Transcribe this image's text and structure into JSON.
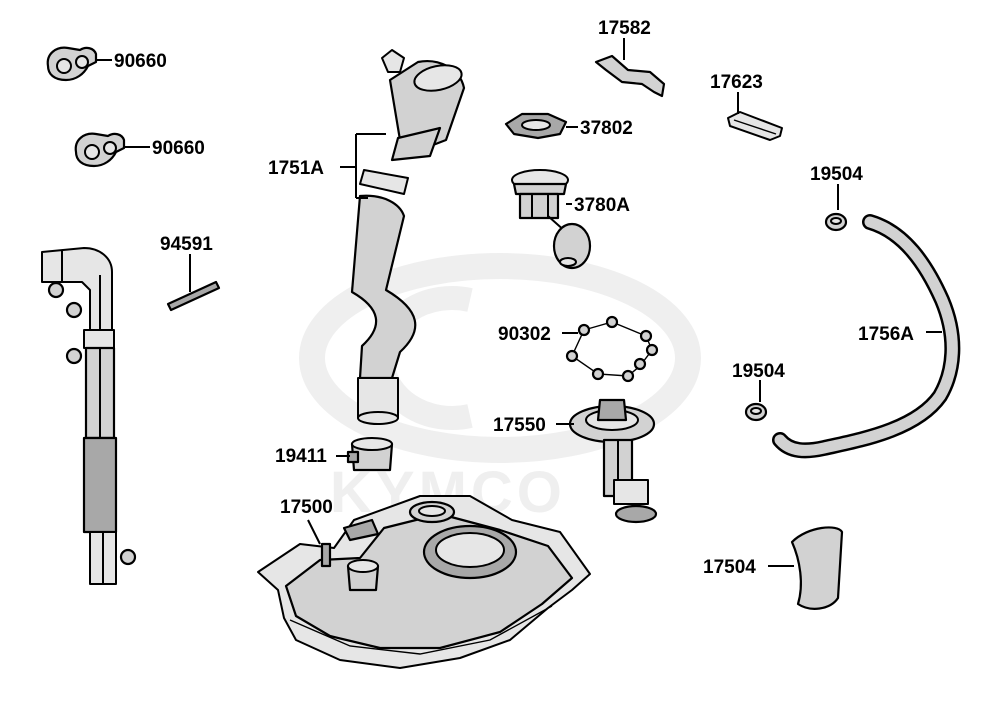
{
  "watermark": "KYMCO",
  "labels": {
    "p90660_a": "90660",
    "p90660_b": "90660",
    "p94591": "94591",
    "p1751A": "1751A",
    "p19411": "19411",
    "p17500": "17500",
    "p17582": "17582",
    "p37802": "37802",
    "p3780A": "3780A",
    "p17623": "17623",
    "p19504_a": "19504",
    "p19504_b": "19504",
    "p1756A": "1756A",
    "p90302": "90302",
    "p17550": "17550",
    "p17504": "17504"
  }
}
